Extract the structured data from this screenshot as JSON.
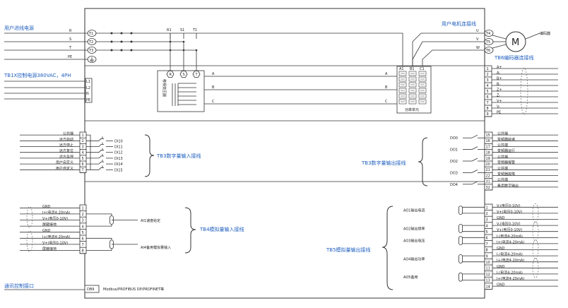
{
  "top_left": {
    "user_power_title": "用户进线电源",
    "phases": [
      "R",
      "S",
      "T",
      "PE"
    ],
    "terminal_labels": [
      "T1",
      "T2",
      "T3"
    ],
    "control_power_title": "TB1X控制电源380VAC，4PH",
    "tb1x_pins": [
      "L1",
      "L2",
      "N",
      "PE"
    ]
  },
  "top_right": {
    "motor_title": "用户电机连接线",
    "motor_phases": [
      "U",
      "V",
      "W"
    ],
    "motor_terminals": [
      "T4",
      "T5",
      "T6"
    ],
    "motor_symbol": "M",
    "encoder_label": "编码器",
    "encoder_title": "TB6编码器连接线",
    "encoder_signals": [
      "A+",
      "A-",
      "B+",
      "B-",
      "Z+",
      "Z-",
      "V+",
      "V-",
      "PE"
    ],
    "encoder_pins": [
      "1",
      "2",
      "3",
      "4",
      "5",
      "6",
      "7",
      "8",
      "9"
    ]
  },
  "internal": {
    "bus_labels": [
      "R1",
      "S1",
      "T1"
    ],
    "transformer_label": "移相变压器",
    "abc": [
      "A",
      "B",
      "C"
    ],
    "power_unit_label": "功率单元",
    "cell_labels": [
      "A1",
      "B1",
      "C1"
    ]
  },
  "tb3_input": {
    "title": "TB3数字量输入接线",
    "rows": [
      {
        "label": "公共端",
        "pin": "1",
        "di": ""
      },
      {
        "label": "远方启动",
        "pin": "2",
        "di": "DI10"
      },
      {
        "label": "远方停止",
        "pin": "3",
        "di": "DI11"
      },
      {
        "label": "远方复位",
        "pin": "4",
        "di": "DI12"
      },
      {
        "label": "远方急停",
        "pin": "5",
        "di": "DI13"
      },
      {
        "label": "用户自定义",
        "pin": "6",
        "di": "DI14"
      },
      {
        "label": "用户自定义",
        "pin": "7",
        "di": "DI15"
      }
    ]
  },
  "tb3_output": {
    "title": "TB3数字量输出接线",
    "do_labels": [
      "DO0",
      "DO1",
      "DO2",
      "DO3",
      "DO4"
    ],
    "rows": [
      {
        "label": "公共端",
        "pin": "15"
      },
      {
        "label": "变频器就绪",
        "pin": "16"
      },
      {
        "label": "公共端",
        "pin": "17"
      },
      {
        "label": "变频器运行",
        "pin": "18"
      },
      {
        "label": "公共端",
        "pin": "19"
      },
      {
        "label": "变频器报警",
        "pin": "20"
      },
      {
        "label": "公共端",
        "pin": "21"
      },
      {
        "label": "变频器故障",
        "pin": "22"
      },
      {
        "label": "公共端",
        "pin": "31"
      },
      {
        "label": "备用数字输出",
        "pin": "32"
      }
    ]
  },
  "tb4": {
    "title": "TB4模拟量输入接线",
    "rows": [
      {
        "label": "GND",
        "pin": "1"
      },
      {
        "label": "I+(电流4-20mA)",
        "pin": "2"
      },
      {
        "label": "V+(电压0-10V)",
        "pin": "3"
      },
      {
        "label": "屏蔽接地",
        "pin": "4"
      },
      {
        "label": "GND",
        "pin": "5"
      },
      {
        "label": "I+(电流4-20mA)",
        "pin": "6"
      },
      {
        "label": "V+(电压0-10V)",
        "pin": "7"
      },
      {
        "label": "屏蔽接地",
        "pin": "8"
      }
    ],
    "ai_labels": [
      "AI1速度给定",
      "AI4备用模拟量输入"
    ]
  },
  "tb5": {
    "title": "TB5模拟量输出接线",
    "ao_labels": [
      "AO1输出电流",
      "AO2输出频率",
      "AO3输出电压",
      "AO4输出功率",
      "AO5备用"
    ],
    "rows": [
      {
        "label": "V-(电压0-10V)",
        "pin": "1"
      },
      {
        "label": "V+(电压0-10V)",
        "pin": "2"
      },
      {
        "label": "GND",
        "pin": "3"
      },
      {
        "label": "V-(电压0-10V)",
        "pin": "4"
      },
      {
        "label": "V+(电压0-10V)",
        "pin": "5"
      },
      {
        "label": "I-(电流4-20mA)",
        "pin": "6"
      },
      {
        "label": "I+(电流4-20mA)",
        "pin": "7"
      },
      {
        "label": "GND",
        "pin": "8"
      },
      {
        "label": "I-(电流4-20mA)",
        "pin": "9"
      },
      {
        "label": "I+(电流4-20mA)",
        "pin": "10"
      },
      {
        "label": "GND",
        "pin": "11"
      },
      {
        "label": "I-(电流4-20mA)",
        "pin": "12"
      },
      {
        "label": "I+(电流4-20mA)",
        "pin": "13"
      },
      {
        "label": "GND",
        "pin": "14"
      }
    ]
  },
  "comm": {
    "title": "通讯控制接口",
    "connector": "DB9",
    "protocol": "Modbus/PROFIBUS DP/PROFINET等"
  },
  "colors": {
    "accent": "#1f5fbf",
    "line": "#333333"
  }
}
